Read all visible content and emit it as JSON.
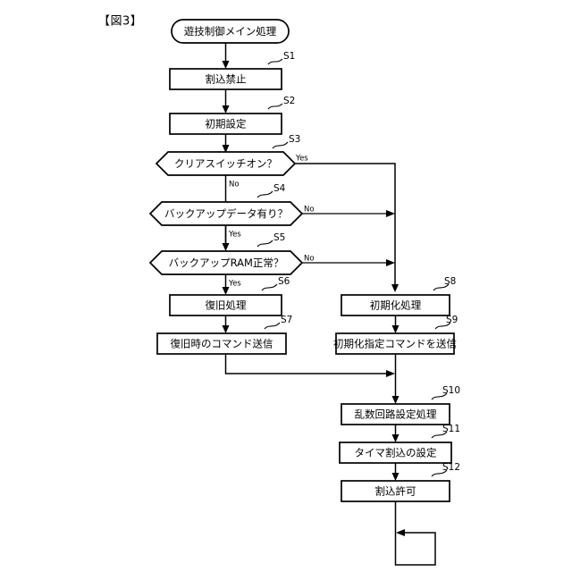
{
  "figure": {
    "label": "【図3】",
    "title": "遊技制御メイン処理"
  },
  "nodes": {
    "start": {
      "text": "遊技制御メイン処理",
      "type": "terminator"
    },
    "s1": {
      "step": "S1",
      "text": "割込禁止",
      "type": "process"
    },
    "s2": {
      "step": "S2",
      "text": "初期設定",
      "type": "process"
    },
    "s3": {
      "step": "S3",
      "text": "クリアスイッチオン？",
      "type": "decision"
    },
    "s4": {
      "step": "S4",
      "text": "バックアップデータ有り？",
      "type": "decision"
    },
    "s5": {
      "step": "S5",
      "text": "バックアップRAM正常？",
      "type": "decision"
    },
    "s6": {
      "step": "S6",
      "text": "復旧処理",
      "type": "process"
    },
    "s7": {
      "step": "S7",
      "text": "復旧時のコマンド送信",
      "type": "process"
    },
    "s8": {
      "step": "S8",
      "text": "初期化処理",
      "type": "process"
    },
    "s9": {
      "step": "S9",
      "text": "初期化指定コマンドを送信",
      "type": "process"
    },
    "s10": {
      "step": "S10",
      "text": "乱数回路設定処理",
      "type": "process"
    },
    "s11": {
      "step": "S11",
      "text": "タイマ割込の設定",
      "type": "process"
    },
    "s12": {
      "step": "S12",
      "text": "割込許可",
      "type": "process"
    }
  },
  "branches": {
    "s3_yes": "Yes",
    "s3_no": "No",
    "s4_yes": "Yes",
    "s4_no": "No",
    "s5_yes": "Yes",
    "s5_no": "No"
  },
  "colors": {
    "stroke": "#000000",
    "fill": "#ffffff",
    "background": "#ffffff"
  }
}
